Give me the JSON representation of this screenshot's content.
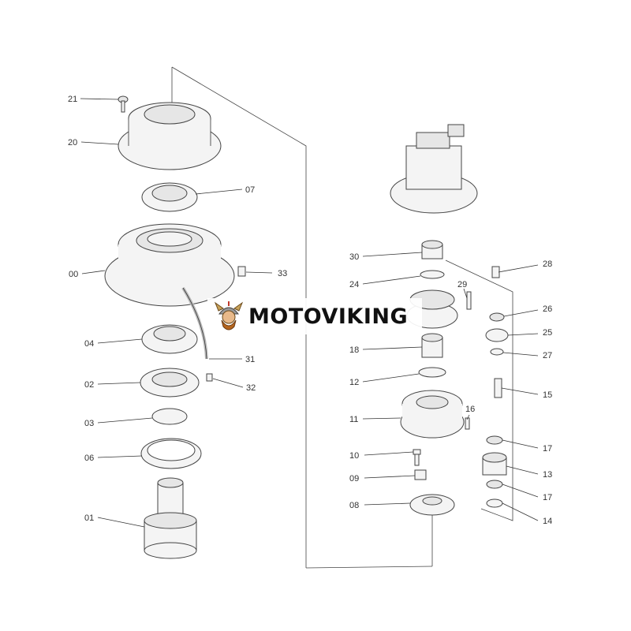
{
  "brand": {
    "name": "MOTOVIKING",
    "logo_icon": "viking-mascot-icon"
  },
  "callouts": {
    "c21": "21",
    "c20": "20",
    "c07": "07",
    "c00": "00",
    "c33": "33",
    "c04": "04",
    "c31": "31",
    "c02": "02",
    "c32": "32",
    "c03": "03",
    "c06": "06",
    "c01": "01",
    "c30": "30",
    "c28": "28",
    "c24": "24",
    "c29": "29",
    "c26": "26",
    "c25": "25",
    "c18": "18",
    "c27": "27",
    "c12": "12",
    "c15": "15",
    "c11": "11",
    "c16": "16",
    "c17a": "17",
    "c10": "10",
    "c13": "13",
    "c09": "09",
    "c17b": "17",
    "c08": "08",
    "c14": "14"
  }
}
